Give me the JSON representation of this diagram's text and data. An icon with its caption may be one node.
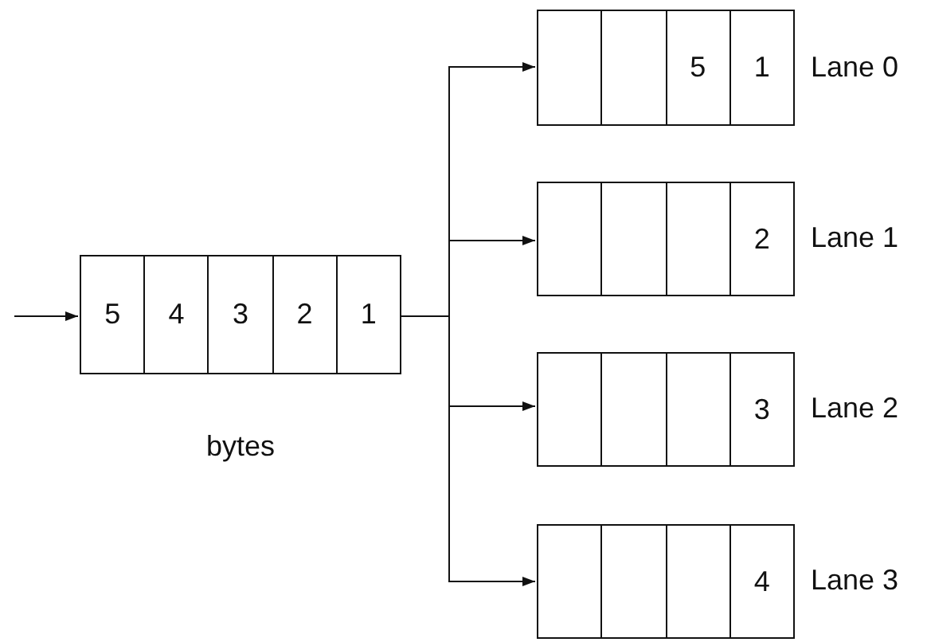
{
  "diagram": {
    "nodes": [
      {
        "text": [],
        "shape": "box",
        "beside": [
          "bytes"
        ]
      },
      {
        "text": [
          "5"
        ],
        "in": 0
      },
      {
        "text": [
          "4"
        ],
        "in": 0
      },
      {
        "text": [
          "3"
        ],
        "in": 0
      },
      {
        "text": [
          "2"
        ],
        "in": 0
      },
      {
        "text": [
          "1"
        ],
        "in": 0
      },
      {
        "text": [],
        "shape": "box",
        "beside": [
          "Lane 0"
        ]
      },
      {
        "text": [],
        "shape": "box",
        "in": 6
      },
      {
        "text": [],
        "shape": "box",
        "in": 6
      },
      {
        "text": [
          "5"
        ],
        "in": 6
      },
      {
        "text": [
          "1"
        ],
        "in": 6
      },
      {
        "text": [],
        "shape": "box",
        "beside": [
          "Lane 1"
        ]
      },
      {
        "text": [],
        "shape": "box",
        "in": 11
      },
      {
        "text": [],
        "shape": "box",
        "in": 11
      },
      {
        "text": [],
        "shape": "box",
        "in": 11
      },
      {
        "text": [
          "2"
        ],
        "in": 11
      },
      {
        "text": [],
        "shape": "box",
        "beside": [
          "Lane 2"
        ]
      },
      {
        "text": [],
        "shape": "box",
        "in": 16
      },
      {
        "text": [],
        "shape": "box",
        "in": 16
      },
      {
        "text": [],
        "shape": "box",
        "in": 16
      },
      {
        "text": [
          "3"
        ],
        "in": 16
      },
      {
        "text": [],
        "shape": "box",
        "beside": [
          "Lane 3"
        ]
      },
      {
        "text": [],
        "shape": "box",
        "in": 21
      },
      {
        "text": [],
        "shape": "box",
        "in": 21
      },
      {
        "text": [],
        "shape": "box",
        "in": 21
      },
      {
        "text": [
          "4"
        ],
        "in": 21
      }
    ],
    "edges": [
      {
        "from": null,
        "to": 0,
        "arrow": "to"
      },
      {
        "from": 0,
        "to": 6,
        "arrow": "to"
      },
      {
        "from": 0,
        "to": 11,
        "arrow": "to"
      },
      {
        "from": 0,
        "to": 16,
        "arrow": "to"
      },
      {
        "from": 0,
        "to": 21,
        "arrow": "to"
      }
    ]
  }
}
